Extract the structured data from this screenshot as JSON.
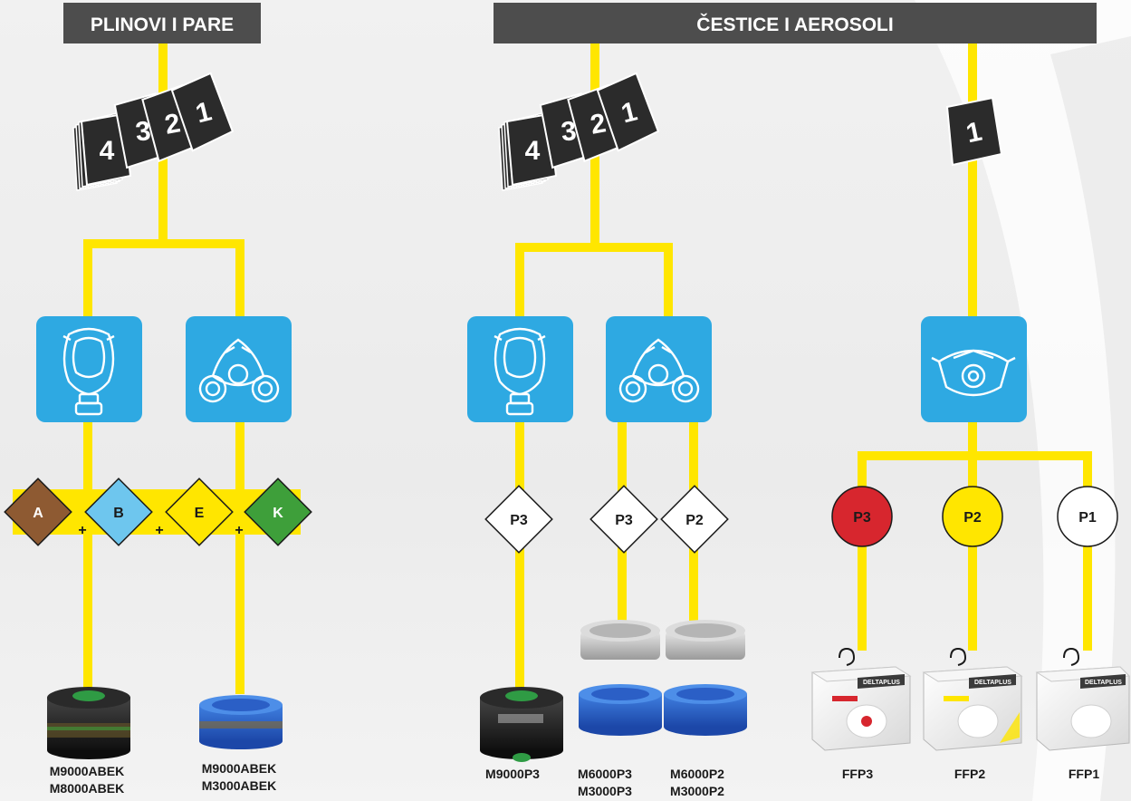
{
  "colors": {
    "line": "#FFE600",
    "icon_box": "#2EA9E2",
    "header_bg": "#4D4D4D",
    "header_text": "#FFFFFF",
    "filter_A": "#8E5A32",
    "filter_B": "#6EC6EE",
    "filter_E": "#FFE600",
    "filter_K": "#3E9F3A",
    "p3_red": "#D7262E",
    "p2_yellow": "#FFE600",
    "p1_white": "#FFFFFF"
  },
  "headers": {
    "gases": "PLINOVI I PARE",
    "particles": "ČESTICE I AEROSOLI"
  },
  "steps": {
    "gases": [
      "4",
      "3",
      "2",
      "1"
    ],
    "particles": [
      "4",
      "3",
      "2",
      "1"
    ],
    "disposable": "1"
  },
  "icons": {
    "gases_full": "full-face-mask-icon",
    "gases_half": "half-mask-icon",
    "particles_full": "full-face-mask-icon",
    "particles_half": "half-mask-icon",
    "disposable": "disposable-respirator-icon"
  },
  "filters": {
    "gas_types": [
      "A",
      "B",
      "E",
      "K"
    ],
    "plus": "+",
    "particle_full": "P3",
    "particle_half": [
      "P3",
      "P2"
    ],
    "disposable": [
      "P3",
      "P2",
      "P1"
    ]
  },
  "products": {
    "gas_full": [
      "M9000ABEK",
      "M8000ABEK"
    ],
    "gas_half": [
      "M9000ABEK",
      "M3000ABEK"
    ],
    "part_full": [
      "M9000P3"
    ],
    "part_half_p3": [
      "M6000P3",
      "M3000P3"
    ],
    "part_half_p2": [
      "M6000P2",
      "M3000P2"
    ],
    "ffp3": [
      "FFP3"
    ],
    "ffp2": [
      "FFP2"
    ],
    "ffp1": [
      "FFP1"
    ]
  },
  "brand": "DELTAPLUS"
}
